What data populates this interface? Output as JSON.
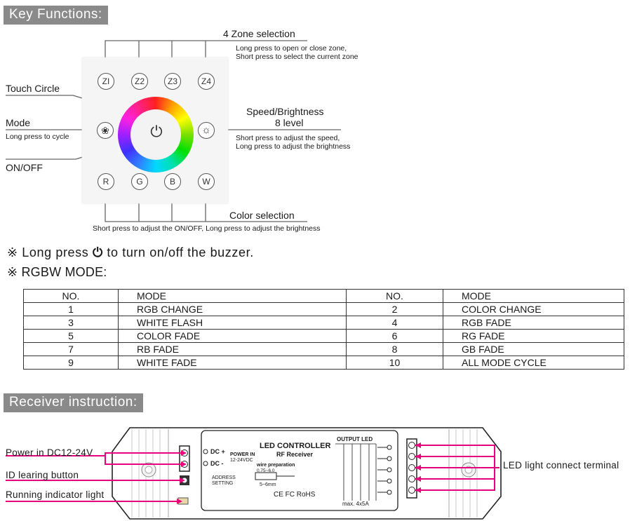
{
  "key_functions": {
    "header": "Key Functions:",
    "zone_selection": {
      "title": "4 Zone selection",
      "desc1": "Long press to open or close zone,",
      "desc2": "Short press to select the current zone"
    },
    "touch_circle": "Touch Circle",
    "mode": {
      "title": "Mode",
      "desc": "Long press to cycle"
    },
    "on_off": "ON/OFF",
    "speed": {
      "title": "Speed/Brightness",
      "level": "8 level",
      "desc1": "Short press to adjust the speed,",
      "desc2": "Long press to adjust the brightness"
    },
    "color_selection": {
      "title": "Color selection",
      "desc": "Short press to adjust the ON/OFF, Long press to adjust the brightness"
    },
    "zone_buttons": [
      "ZI",
      "Z2",
      "Z3",
      "Z4"
    ],
    "color_buttons": [
      "R",
      "G",
      "B",
      "W"
    ],
    "power_symbol": "⏻",
    "mode_symbol": "❀",
    "speed_symbol": "☼"
  },
  "notes": {
    "buzzer_prefix": "※ Long press",
    "buzzer_suffix": "to turn on/off the buzzer.",
    "rgbw": "※ RGBW MODE:"
  },
  "modes_table": {
    "headers": [
      "NO.",
      "MODE",
      "NO.",
      "MODE"
    ],
    "rows": [
      [
        "1",
        "RGB CHANGE",
        "2",
        "COLOR CHANGE"
      ],
      [
        "3",
        "WHITE FLASH",
        "4",
        "RGB FADE"
      ],
      [
        "5",
        "COLOR FADE",
        "6",
        "RG FADE"
      ],
      [
        "7",
        "RB FADE",
        "8",
        "GB FADE"
      ],
      [
        "9",
        "WHITE FADE",
        "10",
        "ALL MODE CYCLE"
      ]
    ]
  },
  "receiver": {
    "header": "Receiver instruction:",
    "power_in": "Power in DC12-24V",
    "id_button": "ID learing button",
    "running_light": "Running indicator light",
    "led_terminal": "LED light connect terminal",
    "label_title": "LED CONTROLLER",
    "label_sub": "RF Receiver",
    "dc_plus": "DC +",
    "dc_minus": "DC -",
    "power_in_small": "POWER IN",
    "power_range": "12-24VDC",
    "address": "ADDRESS",
    "setting": "SETTING",
    "wire_prep": "wire preparation",
    "wire_size": "0.75~6.0",
    "wire_len": "5~6mm",
    "cert": "CE FC RoHS",
    "output_led": "OUTPUT LED",
    "max": "max. 4x5A",
    "accent_color": "#e6007e"
  }
}
